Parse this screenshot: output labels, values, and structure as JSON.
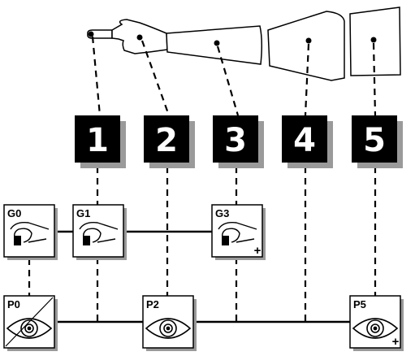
{
  "segments": [
    {
      "label": "1"
    },
    {
      "label": "2"
    },
    {
      "label": "3"
    },
    {
      "label": "4"
    },
    {
      "label": "5"
    }
  ],
  "grasp_boxes": [
    {
      "label": "G0",
      "icon": "grasp-hand-icon",
      "marker": "",
      "crossed": false
    },
    {
      "label": "G1",
      "icon": "grasp-hand-icon",
      "marker": "",
      "crossed": false
    },
    {
      "label": "G3",
      "icon": "grasp-hand-icon",
      "marker": "+",
      "crossed": false
    }
  ],
  "perception_boxes": [
    {
      "label": "P0",
      "icon": "eye-icon",
      "marker": "",
      "crossed": true
    },
    {
      "label": "P2",
      "icon": "eye-icon",
      "marker": "",
      "crossed": false
    },
    {
      "label": "P5",
      "icon": "eye-icon",
      "marker": "+",
      "crossed": false
    }
  ],
  "colors": {
    "ink": "#000000",
    "shadow": "#9a9a9a",
    "background": "#ffffff",
    "box_fill": "#ffffff"
  }
}
